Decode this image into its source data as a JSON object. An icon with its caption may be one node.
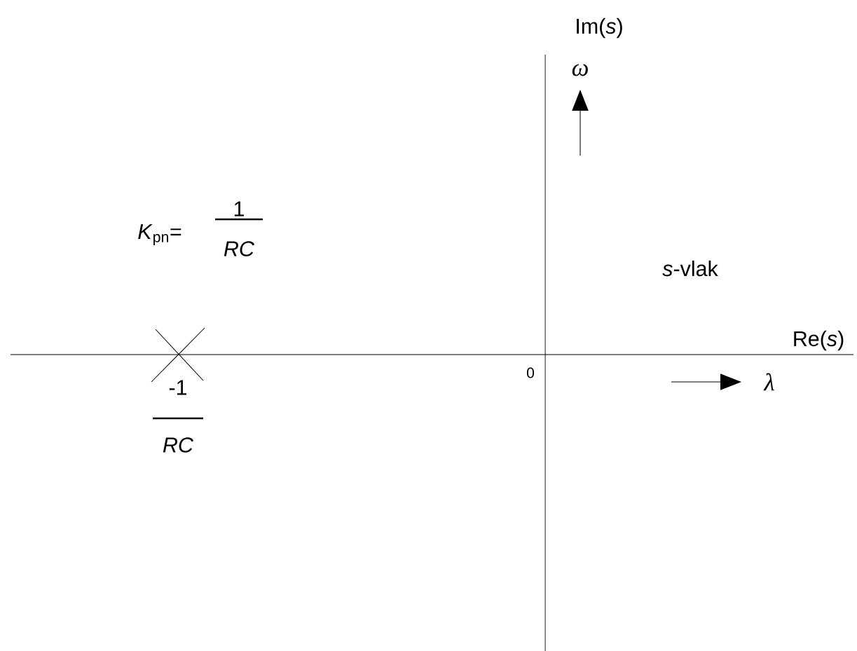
{
  "diagram": {
    "labels": [
      "Im(*s*)",
      "ω",
      "*K*$_{pn}$=",
      "1",
      "*RC*",
      "*s*-vlak",
      "Re(*s*)",
      "0",
      "λ",
      "-1",
      "*RC*"
    ]
  }
}
